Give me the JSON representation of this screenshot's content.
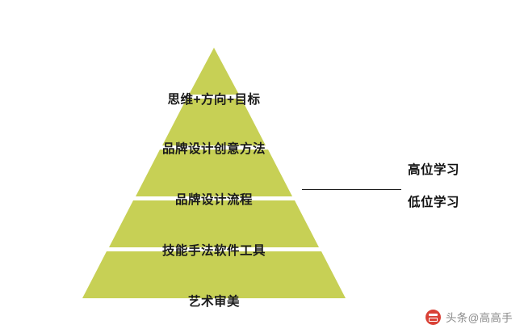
{
  "diagram": {
    "type": "pyramid",
    "fill_color": "#c7d055",
    "levels": [
      {
        "id": "level-1",
        "label": "思维+方向+目标"
      },
      {
        "id": "level-2",
        "label": "品牌设计创意方法"
      },
      {
        "id": "level-3",
        "label": "品牌设计流程"
      },
      {
        "id": "level-4",
        "label": "技能手法软件工具"
      },
      {
        "id": "level-5",
        "label": "艺术审美"
      }
    ],
    "annotations": {
      "upper": "高位学习",
      "lower": "低位学习"
    }
  },
  "watermark": {
    "icon": "toutiao-icon",
    "text": "头条@高高手"
  }
}
